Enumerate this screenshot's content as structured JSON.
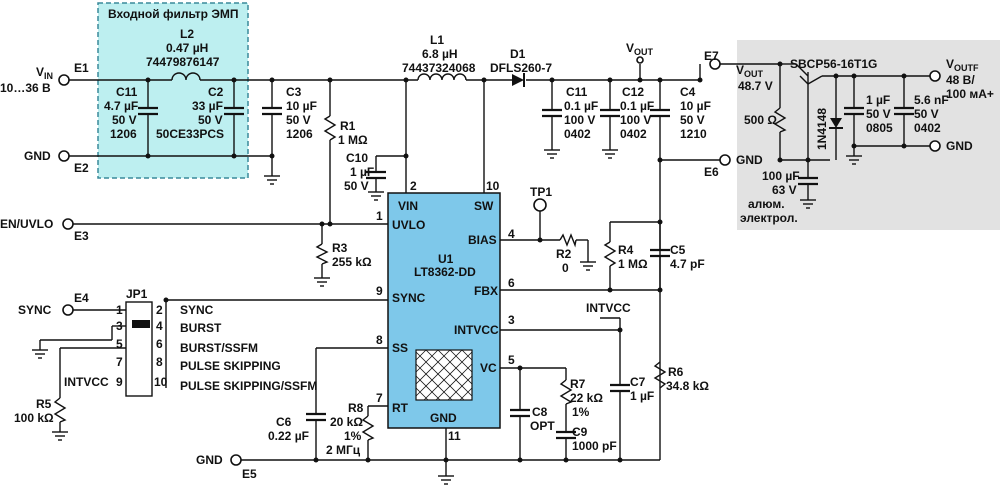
{
  "colors": {
    "filter_box": "#bdeff0",
    "filter_border": "#3a8a9a",
    "ic_fill": "#7ec8ea",
    "right_panel": "#e2e2e2",
    "wire": "#111111"
  },
  "filter_title": "Входной фильтр ЭМП",
  "ic": {
    "name": "U1",
    "part": "LT8362-DD",
    "pins": {
      "vin": "VIN",
      "vin_sub": "IN",
      "sw": "SW",
      "uvlo": "UVLO",
      "bias": "BIAS",
      "fbx": "FBX",
      "sync": "SYNC",
      "intvcc": "INTVCC",
      "ss": "SS",
      "vc": "VC",
      "rt": "RT",
      "gnd": "GND"
    },
    "pin_numbers": {
      "p1": "1",
      "p2": "2",
      "p3": "3",
      "p4": "4",
      "p5": "5",
      "p6": "6",
      "p7": "7",
      "p8": "8",
      "p9": "9",
      "p10": "10",
      "p11": "11"
    }
  },
  "terminals": {
    "e1": "E1",
    "e2": "E2",
    "e3": "E3",
    "e4": "E4",
    "e5": "E5",
    "e6": "E6",
    "e7": "E7",
    "vin_main": "V",
    "vin_sub": "IN",
    "vin_range": "10…36 В",
    "gnd": "GND",
    "en_uvlo": "EN/UVLO",
    "sync": "SYNC",
    "gnd_e5": "GND",
    "gnd_e6": "GND",
    "vout_e7": "V",
    "vout_e7_sub": "OUT",
    "vout_e7_val": "48.7 V",
    "voutf": "V",
    "voutf_sub": "OUTF",
    "voutf_val": "48 В/",
    "voutf_cur": "100 мА+",
    "gnd_out": "GND",
    "vout_top": "V",
    "vout_top_sub": "OUT",
    "tp1": "TP1",
    "intvcc_label": "INTVCC",
    "intvcc_jp": "INTVCC"
  },
  "components": {
    "l2": [
      "L2",
      "0.47 µH",
      "74479876147"
    ],
    "c11a": [
      "C11",
      "4.7 µF",
      "50 V",
      "1206"
    ],
    "c2": [
      "C2",
      "33 µF",
      "50 V",
      "50CE33PCS"
    ],
    "c3": [
      "C3",
      "10 µF",
      "50 V",
      "1206"
    ],
    "l1": [
      "L1",
      "6.8 µH",
      "74437324068"
    ],
    "d1": [
      "D1",
      "DFLS260-7"
    ],
    "r1": [
      "R1",
      "1 MΩ"
    ],
    "c10": [
      "C10",
      "1 µF",
      "50 V"
    ],
    "r3": [
      "R3",
      "255 kΩ"
    ],
    "c11b": [
      "C11",
      "0.1 µF",
      "100 V",
      "0402"
    ],
    "c12": [
      "C12",
      "0.1 µF",
      "100 V",
      "0402"
    ],
    "c4": [
      "C4",
      "10 µF",
      "50 V",
      "1210"
    ],
    "r2": [
      "R2",
      "0"
    ],
    "r4": [
      "R4",
      "1 MΩ"
    ],
    "c5": [
      "C5",
      "4.7 pF"
    ],
    "r6": [
      "R6",
      "34.8 kΩ"
    ],
    "c7": [
      "C7",
      "1 µF"
    ],
    "r7": [
      "R7",
      "22 kΩ",
      "1%"
    ],
    "c8": [
      "C8",
      "OPT"
    ],
    "c9": [
      "C9",
      "1000 pF"
    ],
    "r8": [
      "R8",
      "20 kΩ",
      "1%",
      "2 МГц"
    ],
    "c6": [
      "C6",
      "0.22 µF"
    ],
    "r5": [
      "R5",
      "100 kΩ"
    ],
    "q_out": [
      "SBCP56-16T1G"
    ],
    "r500": [
      "500 Ω"
    ],
    "dz": [
      "1N4148"
    ],
    "c_1u": [
      "1 µF",
      "50 V",
      "0805"
    ],
    "c_56n": [
      "5.6 nF",
      "50 V",
      "0402"
    ],
    "c_100u": [
      "100 µF",
      "63 V",
      "алюм.",
      "электрол."
    ]
  },
  "jumper": {
    "name": "JP1",
    "pins": [
      "1",
      "2",
      "3",
      "4",
      "5",
      "6",
      "7",
      "8",
      "9",
      "10"
    ],
    "labels": [
      "SYNC",
      "BURST",
      "BURST/SSFM",
      "PULSE SKIPPING",
      "PULSE SKIPPING/SSFM"
    ]
  }
}
